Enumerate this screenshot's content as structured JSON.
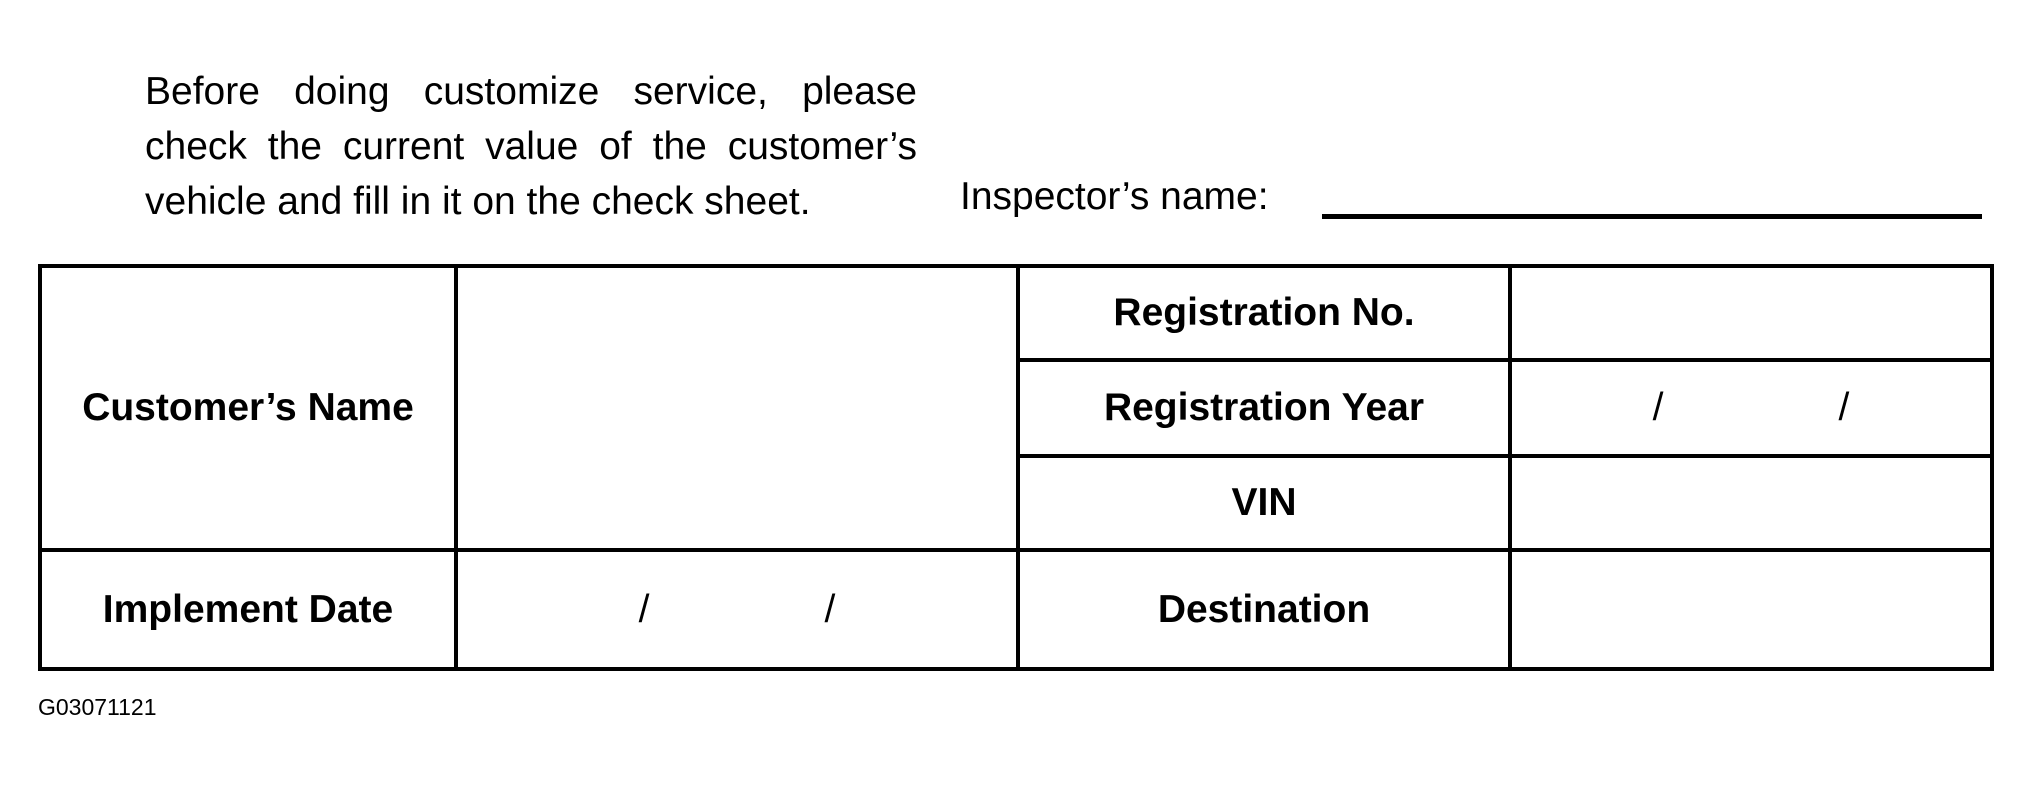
{
  "instructions": {
    "line1": "Before doing customize service, please",
    "line2": "check the current value of the customer’s",
    "line3": "vehicle and fill in it on the check sheet."
  },
  "inspector": {
    "label": "Inspector’s name:"
  },
  "sheet": {
    "customer_name_label": "Customer’s Name",
    "registration_no_label": "Registration No.",
    "registration_year_label": "Registration Year",
    "registration_year_slash": "/",
    "vin_label": "VIN",
    "implement_date_label": "Implement Date",
    "implement_date_slash": "/",
    "destination_label": "Destination"
  },
  "figure_code": "G03071121"
}
